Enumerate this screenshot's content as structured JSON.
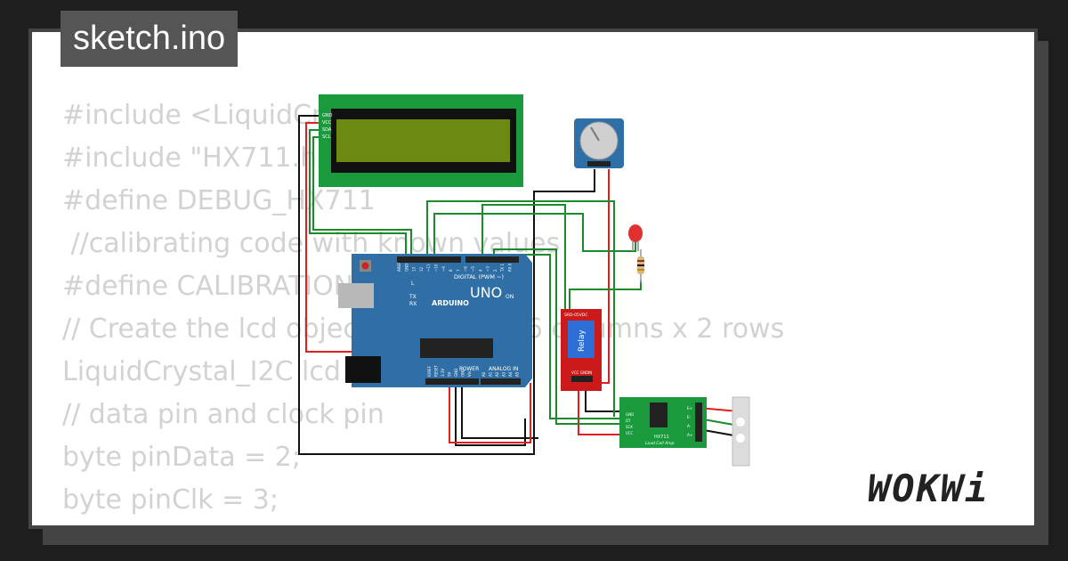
{
  "title": "sketch.ino",
  "logo": "WOKWi",
  "code_lines": [
    "#include <LiquidCry",
    "#include \"HX711.h",
    "#define DEBUG_HX711",
    " //calibrating code with known values",
    "#define CALIBRATION 18.0",
    "",
    "// Create the lcd object 0x3F and 16 columns x 2 rows",
    "LiquidCrystal_I2C lcd (0x27, 16,2);",
    "// data pin and clock pin",
    "byte pinData = 2;",
    "byte pinClk = 3;"
  ],
  "lcd": {
    "pins": [
      "GND",
      "VCC",
      "SDA",
      "SCL"
    ]
  },
  "arduino": {
    "logo_text": "UNO",
    "brand": "ARDUINO",
    "digital_label": "DIGITAL (PWM ~)",
    "power_label": "POWER",
    "analog_label": "ANALOG IN",
    "on_label": "ON",
    "tx_label": "TX",
    "rx_label": "RX",
    "l_label": "L",
    "digital_pins": [
      "AREF",
      "GND",
      "13",
      "12",
      "~11",
      "~10",
      "~9",
      "8",
      "7",
      "~6",
      "~5",
      "4",
      "~3",
      "2",
      "TX 1",
      "RX 0"
    ],
    "power_pins": [
      "IOREF",
      "RESET",
      "3.3V",
      "5V",
      "GND",
      "GND",
      "Vin"
    ],
    "analog_pins": [
      "A0",
      "A1",
      "A2",
      "A3",
      "A4",
      "A5"
    ]
  },
  "relay": {
    "label": "Relay",
    "sublabel": "SRD-05VDC",
    "pins": [
      "VCC",
      "GND",
      "IN"
    ]
  },
  "hx711": {
    "label": "HX711",
    "sublabel": "Load Cell Amp",
    "pins": [
      "GND",
      "DT",
      "SCK",
      "VCC"
    ],
    "right_pins": [
      "E+",
      "E-",
      "A-",
      "A+"
    ]
  },
  "colors": {
    "board": "#2f6fa5",
    "lcd_pcb": "#1a9a3c",
    "lcd_screen": "#6c8a12",
    "relay": "#cc1a1a",
    "hx711": "#1a9a3c",
    "led": "#e03030",
    "wire_green": "#1a8a2a",
    "wire_red": "#e02020",
    "wire_black": "#111111"
  }
}
